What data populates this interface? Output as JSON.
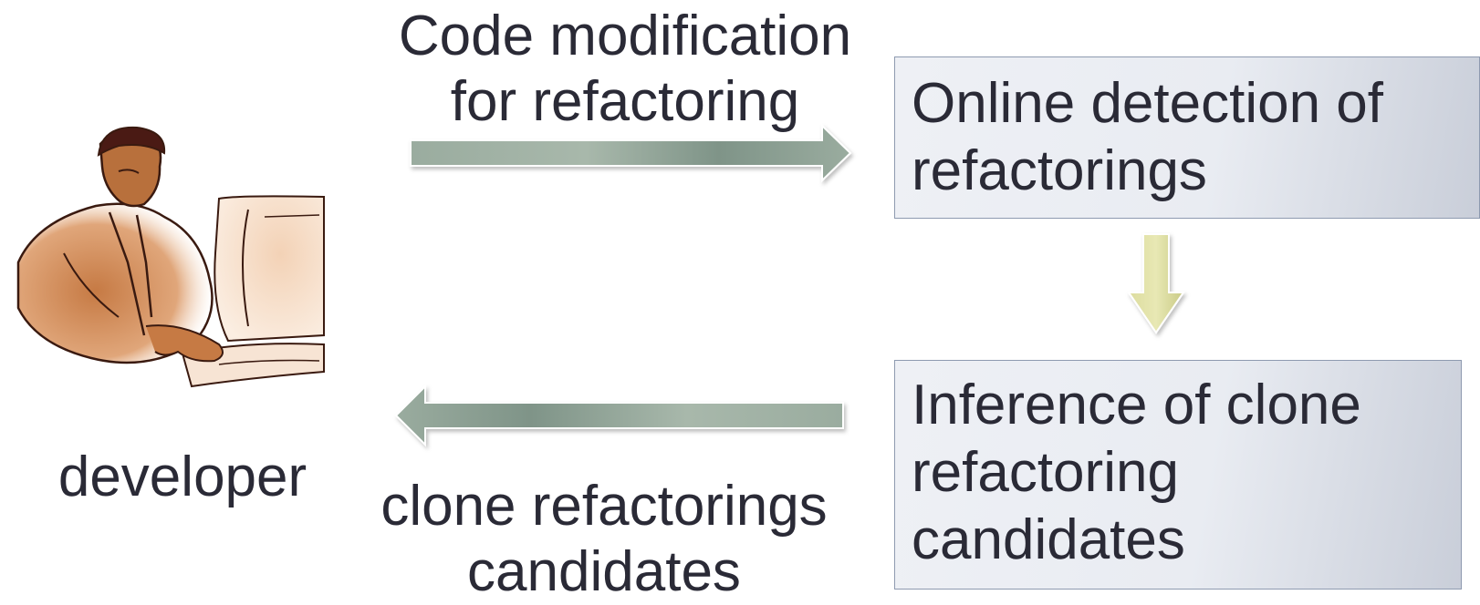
{
  "top_label": {
    "line1": "Code modification",
    "line2": "for refactoring"
  },
  "bottom_label": {
    "line1": "clone refactorings",
    "line2": "candidates"
  },
  "developer": {
    "label": "developer",
    "icon": "developer-at-computer-icon"
  },
  "boxes": {
    "detection": {
      "line1": "Online detection of",
      "line2": "refactorings"
    },
    "inference": {
      "line1": "Inference of clone",
      "line2": "refactoring",
      "line3": "candidates"
    }
  },
  "colors": {
    "text": "#2a2a36",
    "horizontal_arrow": "#96a89c",
    "down_arrow": "#d8d998",
    "box_border": "#8e9ab0",
    "box_fill": "#e9ecf2",
    "skin": "#c67a44",
    "outline": "#3a1a10"
  }
}
